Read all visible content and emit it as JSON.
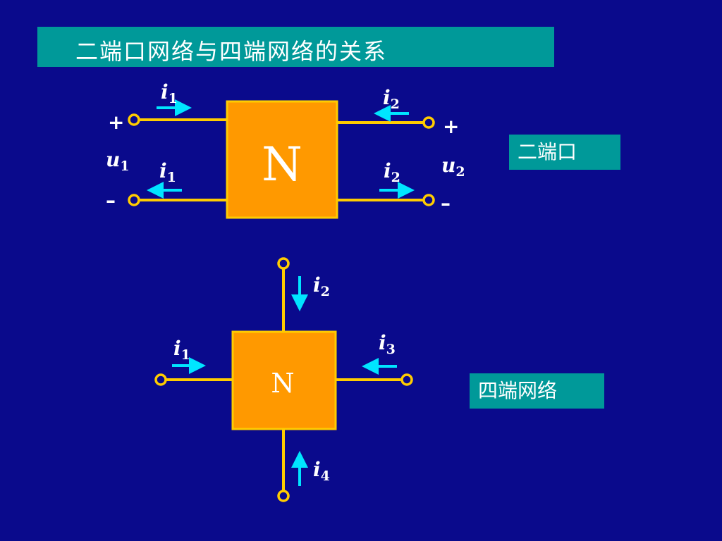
{
  "title": "二端口网络与四端网络的关系",
  "labels": {
    "two_port": "二端口",
    "four_terminal": "四端网络"
  },
  "network_name": "N",
  "two_port_diagram": {
    "plus": "+",
    "minus": "–",
    "u1_var": "u",
    "u1_sub": "1",
    "u2_var": "u",
    "u2_sub": "2",
    "i_var": "i",
    "sub1": "1",
    "sub2": "2"
  },
  "four_terminal_diagram": {
    "i_var": "i",
    "sub1": "1",
    "sub2": "2",
    "sub3": "3",
    "sub4": "4"
  },
  "colors": {
    "background": "#0a0a8c",
    "title_bar": "#009999",
    "network_box": "#ff9900",
    "wire": "#ffcc00",
    "arrow": "#00e5ff",
    "text": "#ffffff"
  }
}
